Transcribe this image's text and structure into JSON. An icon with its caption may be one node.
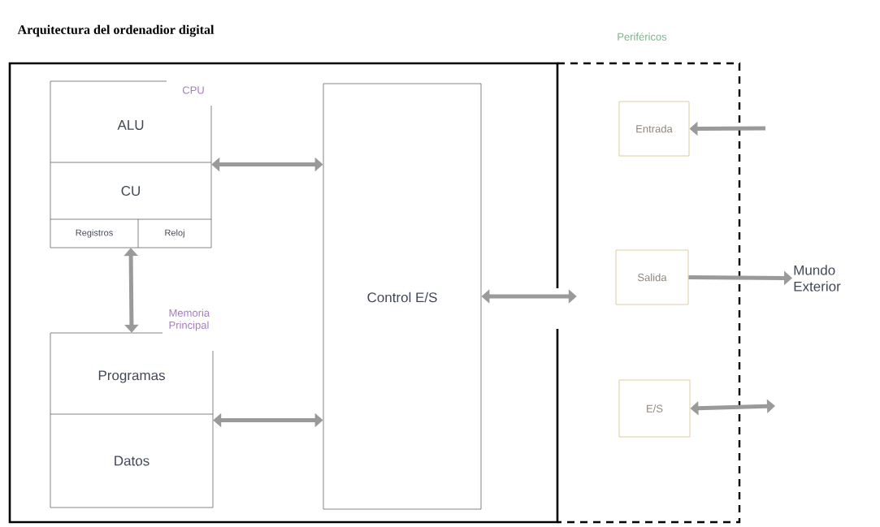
{
  "diagram": {
    "title": "Arquitectura del ordenadior digital",
    "nodes": [
      {
        "text": [],
        "shape": "box"
      },
      {
        "text": [
          "Periféricos"
        ]
      },
      {
        "text": [
          "CPU"
        ],
        "in": 0
      },
      {
        "text": [
          "ALU"
        ],
        "in": 2
      },
      {
        "text": [
          "CU"
        ],
        "in": 2
      },
      {
        "text": [
          "Registros"
        ],
        "in": 2
      },
      {
        "text": [
          "Reloj"
        ],
        "in": 2
      },
      {
        "text": [
          "Memoria Principal"
        ],
        "in": 0
      },
      {
        "text": [
          "Programas"
        ],
        "in": 7
      },
      {
        "text": [
          "Datos"
        ],
        "in": 7
      },
      {
        "text": [
          "Control E/S"
        ],
        "in": 0
      },
      {
        "text": [
          "Entrada"
        ],
        "in": 1
      },
      {
        "text": [
          "Salida"
        ],
        "in": 1
      },
      {
        "text": [
          "E/S"
        ],
        "in": 1
      },
      {
        "text": [
          "Mundo Exterior"
        ]
      }
    ],
    "edges": [
      {
        "from": 2,
        "to": 10,
        "arrow": "both"
      },
      {
        "from": 2,
        "to": 7,
        "arrow": "both"
      },
      {
        "from": 7,
        "to": 10,
        "arrow": "both"
      },
      {
        "from": 10,
        "to": 1,
        "arrow": "both"
      },
      {
        "from": null,
        "to": 11,
        "arrow": "to"
      },
      {
        "from": 12,
        "to": 14,
        "arrow": "to"
      },
      {
        "from": 13,
        "to": null,
        "arrow": "both"
      }
    ]
  }
}
